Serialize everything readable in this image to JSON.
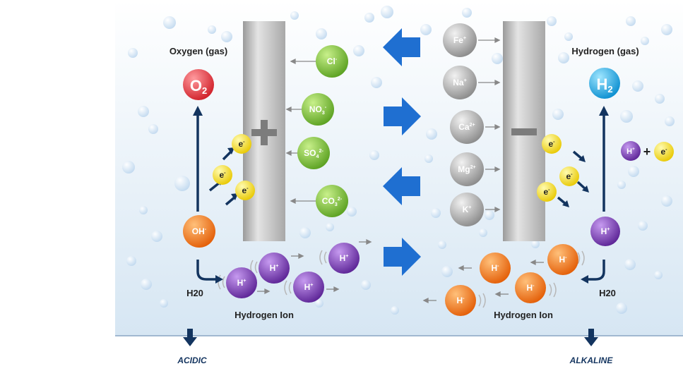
{
  "colors": {
    "panel_top": "#ffffff",
    "panel_bottom": "#d6e6f3",
    "electrode": "#c9c9c9",
    "arrow_blue": "#1f6fd1",
    "dark_arrow": "#13345f",
    "o2": "#e8323a",
    "h2": "#1da7e4",
    "anion_green": "#7cc242",
    "cation_grey": "#a7a7a7",
    "oh_orange": "#f07f1c",
    "h_purple": "#7a3bb5",
    "h_orange": "#ee6f10",
    "electron_yellow": "#f5e100",
    "bubble": "#c9dff2",
    "label_blue": "#13345f"
  },
  "anode": {
    "gas_label": "Oxygen (gas)",
    "molecule": {
      "main": "O",
      "sub": "2"
    },
    "sign_icon": "plus-icon",
    "hydroxide": {
      "main": "OH",
      "sup": "-"
    },
    "water_label": "H20",
    "ion_label": "Hydrogen Ion",
    "electron": {
      "main": "e",
      "sup": "-"
    },
    "outlet_label": "ACIDIC",
    "hydrogen_ion": {
      "main": "H",
      "sup": "+"
    }
  },
  "anions": [
    {
      "main": "Cl",
      "sub": "",
      "sup": "-"
    },
    {
      "main": "NO",
      "sub": "3",
      "sup": "-"
    },
    {
      "main": "SO",
      "sub": "4",
      "sup": "2-"
    },
    {
      "main": "CO",
      "sub": "3",
      "sup": "2-"
    }
  ],
  "cations": [
    {
      "main": "Fe",
      "sub": "",
      "sup": "+"
    },
    {
      "main": "Na",
      "sub": "",
      "sup": "+"
    },
    {
      "main": "Ca",
      "sub": "",
      "sup": "2+"
    },
    {
      "main": "Mg",
      "sub": "",
      "sup": "2+"
    },
    {
      "main": "K",
      "sub": "",
      "sup": "+"
    }
  ],
  "cathode": {
    "gas_label": "Hydrogen (gas)",
    "molecule": {
      "main": "H",
      "sub": "2"
    },
    "sign_icon": "minus-icon",
    "hydrogen_ion": {
      "main": "H",
      "sup": "+"
    },
    "electron": {
      "main": "e",
      "sup": "-"
    },
    "plus_sign": "+",
    "water_label": "H20",
    "ion_label": "Hydrogen Ion",
    "hydride": {
      "main": "H",
      "sup": "-"
    },
    "outlet_label": "ALKALINE"
  },
  "icons": [
    "arrow-left-icon",
    "arrow-right-icon",
    "arrow-down-icon",
    "plus-icon",
    "minus-icon"
  ]
}
